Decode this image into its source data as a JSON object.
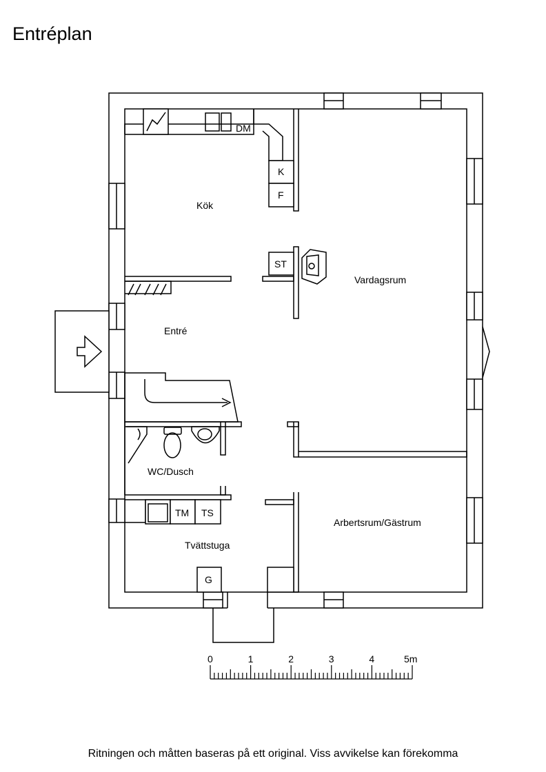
{
  "title": "Entréplan",
  "rooms": {
    "kitchen": "Kök",
    "entrance": "Entré",
    "living_room": "Vardagsrum",
    "wc": "WC/Dusch",
    "laundry": "Tvättstuga",
    "office": "Arbertsrum/Gästrum"
  },
  "appliances": {
    "dishwasher": "DM",
    "fridge": "K",
    "freezer": "F",
    "stove_unit": "ST",
    "washer": "TM",
    "dryer": "TS",
    "g_unit": "G"
  },
  "scale": {
    "labels": [
      "0",
      "1",
      "2",
      "3",
      "4",
      "5m"
    ]
  },
  "disclaimer": "Ritningen och måtten baseras på ett original. Viss avvikelse kan förekomma"
}
